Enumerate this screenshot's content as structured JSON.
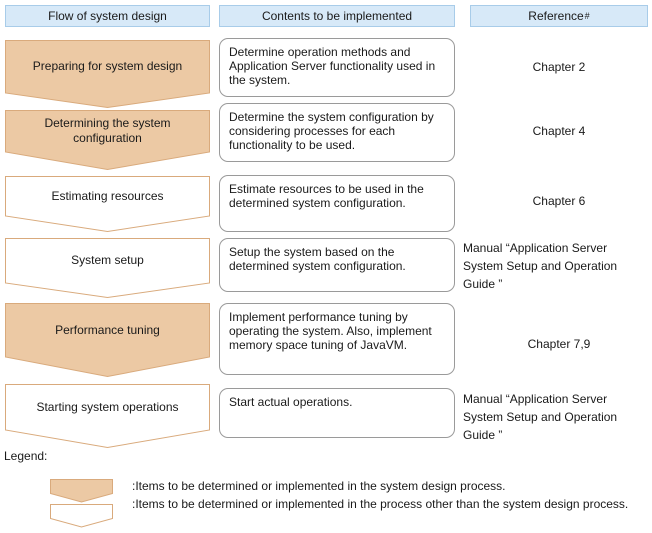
{
  "colors": {
    "header_fill": "#d7e9f8",
    "header_border": "#a8cce9",
    "arrow_fill": "#ecc9a4",
    "arrow_border": "#d9aa7c",
    "content_box_border": "#9a9a9a",
    "text": "#1a1a1a",
    "background": "#ffffff"
  },
  "headers": [
    {
      "label": "Flow of system design"
    },
    {
      "label": "Contents to be implemented"
    },
    {
      "label": "Reference",
      "superscript": "#"
    }
  ],
  "rows": [
    {
      "flow": "Preparing for system design",
      "filled": true,
      "content": "Determine operation methods and Application Server functionality used in the system.",
      "reference": "Chapter 2"
    },
    {
      "flow": "Determining the system configuration",
      "filled": true,
      "content": "Determine the system configuration by considering processes for each functionality to be used.",
      "reference": "Chapter 4"
    },
    {
      "flow": "Estimating resources",
      "filled": false,
      "content": "Estimate resources to be used in the determined system configuration.",
      "reference": "Chapter 6"
    },
    {
      "flow": "System setup",
      "filled": false,
      "content": "Setup the system based on the determined system configuration.",
      "reference": "Manual “Application Server System Setup and Operation Guide ”"
    },
    {
      "flow": "Performance tuning",
      "filled": true,
      "content": "Implement performance tuning by operating the system. Also, implement memory space tuning of JavaVM.",
      "reference": "Chapter 7,9"
    },
    {
      "flow": "Starting system operations",
      "filled": false,
      "content": "Start actual operations.",
      "reference": "Manual “Application Server System Setup and Operation Guide ”"
    }
  ],
  "legend": {
    "title": "Legend:",
    "items": [
      {
        "filled": true,
        "label": ":Items to be determined or implemented in the system design process."
      },
      {
        "filled": false,
        "label": ":Items to be determined or implemented in the process other than the system design process."
      }
    ]
  }
}
